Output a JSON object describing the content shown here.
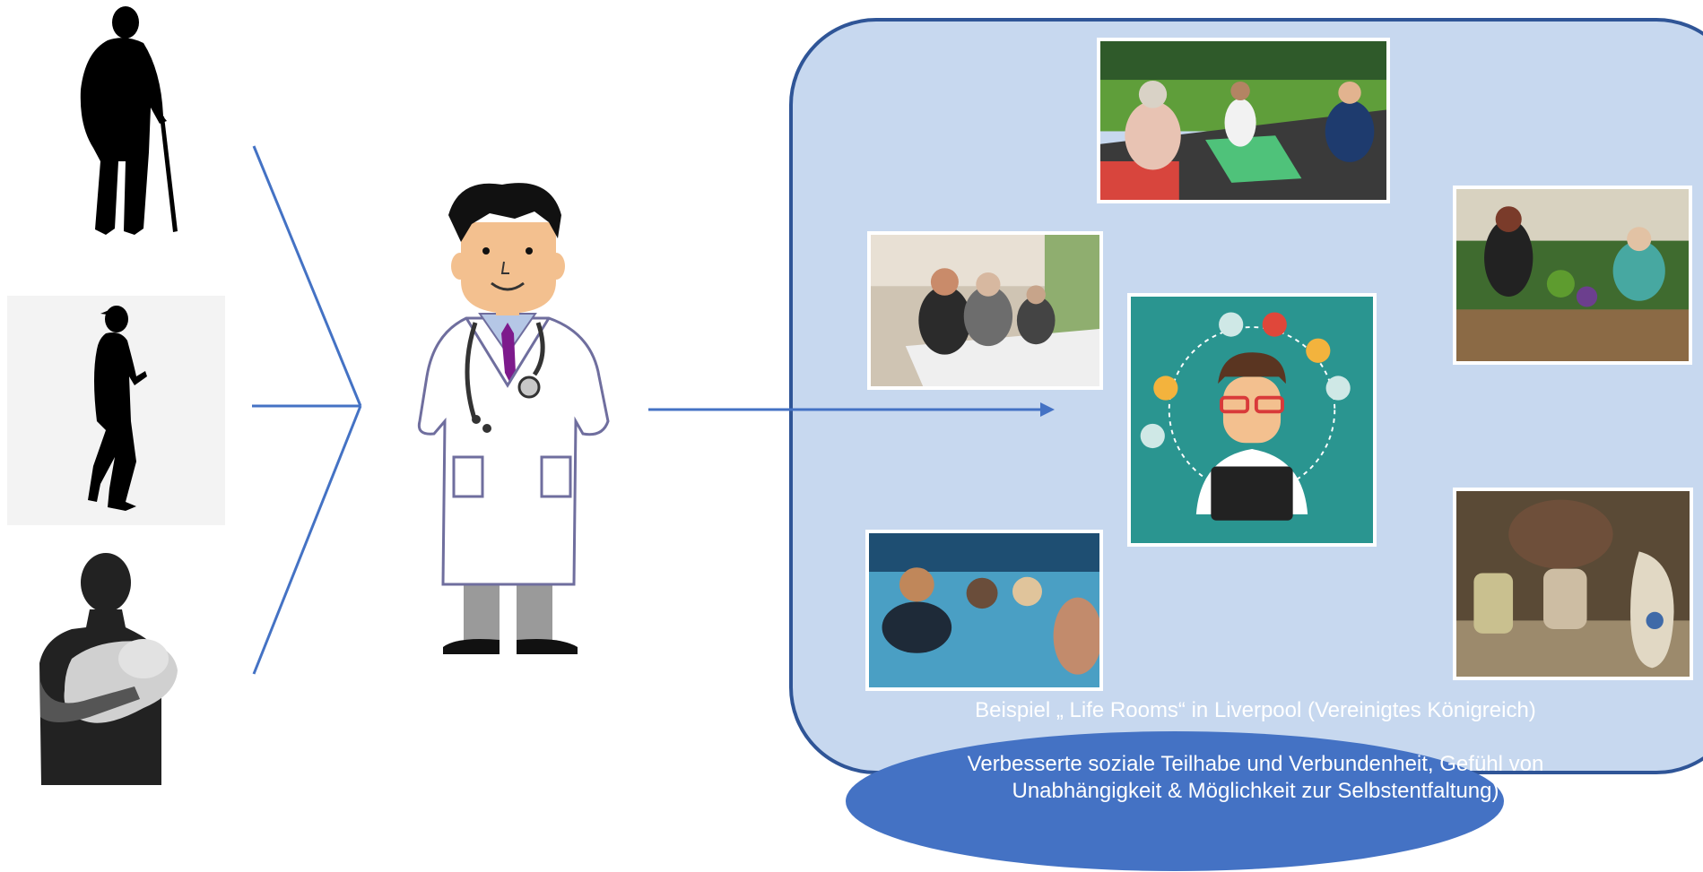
{
  "caption": {
    "example_line": "Beispiel „ Life Rooms“ in Liverpool  (Vereinigtes Königreich)",
    "outcome_line_1": "Verbesserte soziale Teilhabe und Verbundenheit, Gefühl von",
    "outcome_line_2": "Unabhängigkeit & Möglichkeit zur Selbstentfaltung)"
  },
  "colors": {
    "panel_fill": "#c7d8ef",
    "panel_stroke": "#2f5597",
    "oval_fill": "#4472c4",
    "arrow": "#4472c4"
  },
  "icons": [
    "elderly-person-with-cane-icon",
    "person-with-phone-icon",
    "parent-holding-baby-icon",
    "doctor-icon",
    "online-community-icon"
  ]
}
